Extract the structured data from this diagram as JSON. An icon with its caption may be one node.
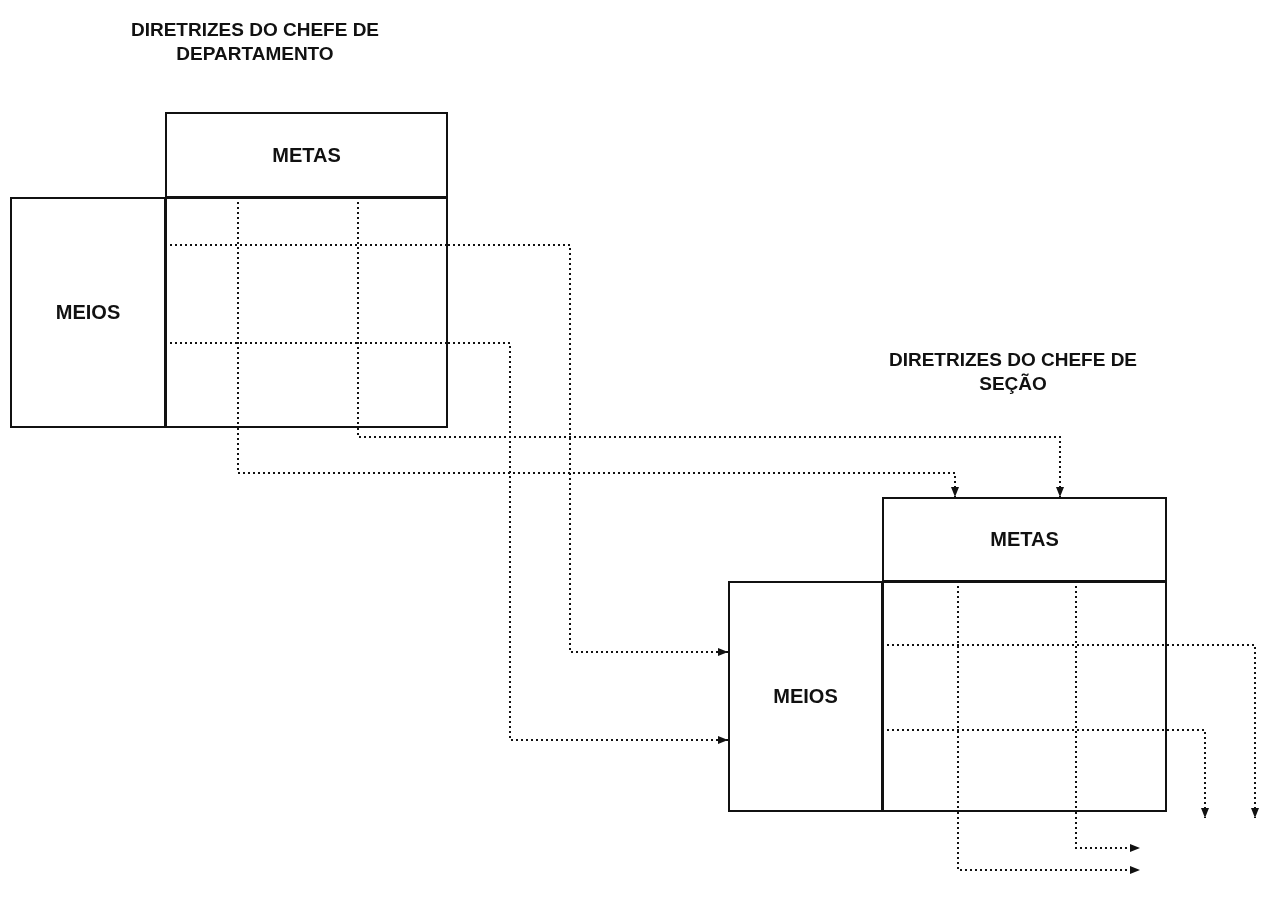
{
  "diagram": {
    "nodes": [
      {
        "text": [
          "METAS"
        ]
      },
      {
        "text": [
          "MEIOS"
        ]
      },
      {
        "text": [],
        "shape": "box"
      },
      {
        "text": [
          "METAS"
        ]
      },
      {
        "text": [
          "MEIOS"
        ]
      },
      {
        "text": [],
        "shape": "box"
      }
    ],
    "edges": [
      {
        "from": 2,
        "to": 4,
        "arrow": "to",
        "style": "dashed"
      },
      {
        "from": 2,
        "to": 4,
        "arrow": "to",
        "style": "dashed"
      },
      {
        "from": 2,
        "to": 3,
        "arrow": "to",
        "style": "dashed"
      },
      {
        "from": 2,
        "to": 3,
        "arrow": "to",
        "style": "dashed"
      },
      {
        "from": 5,
        "to": null,
        "arrow": "to",
        "style": "dashed"
      },
      {
        "from": 5,
        "to": null,
        "arrow": "to",
        "style": "dashed"
      },
      {
        "from": 5,
        "to": null,
        "arrow": "to",
        "style": "dashed"
      },
      {
        "from": 5,
        "to": null,
        "arrow": "to",
        "style": "dashed"
      }
    ],
    "labels": [
      "DIRETRIZES DO CHEFE DE DEPARTAMENTO",
      "DIRETRIZES DO CHEFE DE SEÇÃO"
    ]
  }
}
